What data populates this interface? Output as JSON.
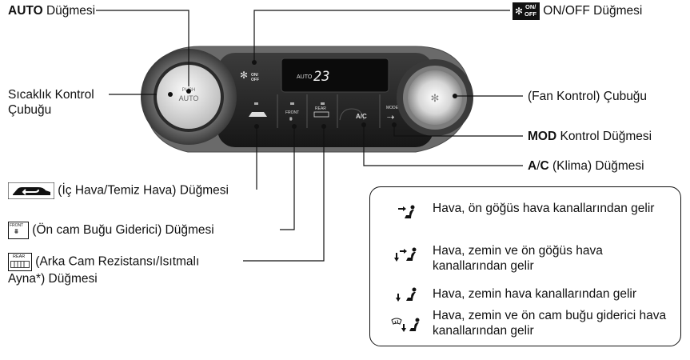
{
  "labels": {
    "auto_bold": "AUTO",
    "auto_rest": " Düğmesi",
    "temp_line1": "Sıcaklık Kontrol",
    "temp_line2": "Çubuğu",
    "recirc_text": " (İç Hava/Temiz Hava) Düğmesi",
    "front_text": " (Ön cam Buğu Giderici) Düğmesi",
    "rear_line1": " (Arka Cam Rezistansı/Isıtmalı",
    "rear_line2": "Ayna*) Düğmesi",
    "onoff_text": " ON/OFF Düğmesi",
    "fan_text": "(Fan Kontrol) Çubuğu",
    "mode_bold": "MOD",
    "mode_rest": " Kontrol Düğmesi",
    "ac_bold1": "A",
    "ac_mid": "/",
    "ac_bold2": "C",
    "ac_rest": " (Klima) Düğmesi"
  },
  "icon_text": {
    "onoff_on": "ON/",
    "onoff_off": "OFF",
    "front_box": "FRONT",
    "rear_box": "REAR"
  },
  "panel": {
    "knob_push": "PUSH",
    "knob_auto": "AUTO",
    "display_auto": "AUTO",
    "display_temp": "23",
    "btn_on": "ON/",
    "btn_off": "OFF",
    "btn_front": "FRONT",
    "btn_rear": "REAR",
    "btn_ac": "A/C",
    "btn_mode": "MODE"
  },
  "legend": [
    {
      "icon": "vent-chest-icon",
      "text": "Hava, ön göğüs hava kanallarından gelir"
    },
    {
      "icon": "vent-floor-chest-icon",
      "text": "Hava, zemin ve ön göğüs hava kanallarından gelir"
    },
    {
      "icon": "vent-floor-icon",
      "text": "Hava, zemin hava kanallarından gelir"
    },
    {
      "icon": "vent-floor-defrost-icon",
      "text": "Hava, zemin ve ön cam buğu giderici hava kanallarından gelir"
    }
  ],
  "colors": {
    "panel_dark": "#1f1f1f",
    "knob_silver": "#cfcfcf",
    "ink": "#111111"
  }
}
